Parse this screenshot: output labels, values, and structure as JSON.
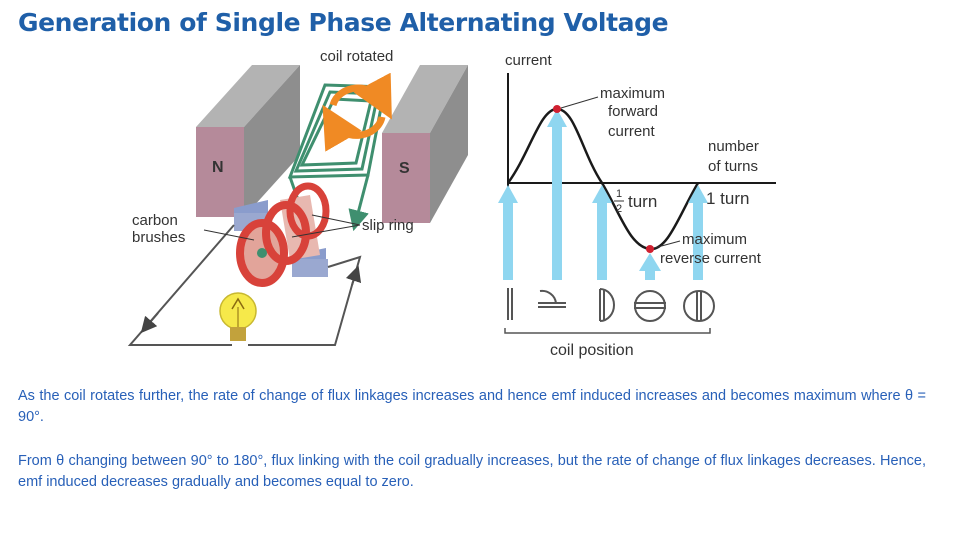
{
  "title": "Generation of Single Phase Alternating Voltage",
  "figure": {
    "labels": {
      "coil_rotated": "coil rotated",
      "north": "N",
      "south": "S",
      "carbon": "carbon",
      "brushes": "brushes",
      "slip_ring": "slip ring",
      "current": "current",
      "maximum_forward_1": "maximum",
      "maximum_forward_2": "forward",
      "maximum_forward_3": "current",
      "number_of_1": "number",
      "number_of_2": "of turns",
      "half_num": "1",
      "half_den": "2",
      "half_turn": "turn",
      "one_turn": "1 turn",
      "maximum_reverse_1": "maximum",
      "maximum_reverse_2": "reverse current",
      "coil_position": "coil position"
    },
    "colors": {
      "magnet_top": "#b3b3b3",
      "magnet_face": "#9a9a9a",
      "magnet_front": "#b58a9a",
      "coil": "#3f8f6f",
      "ring": "#d8423a",
      "arrow_rotation": "#f08a24",
      "arrow_blue": "#8fd6f0",
      "curve": "#1a1a1a",
      "dot": "#d02030",
      "text_blue": "#2860b8",
      "title_blue": "#1f5fa8"
    }
  },
  "paragraphs": [
    "As the coil rotates further, the rate of change of flux linkages increases and hence emf induced increases and becomes maximum where θ = 90°.",
    "From θ changing between 90° to 180°, flux linking with the coil gradually increases, but the rate of change of flux linkages decreases. Hence, emf induced decreases gradually and becomes equal to zero."
  ]
}
